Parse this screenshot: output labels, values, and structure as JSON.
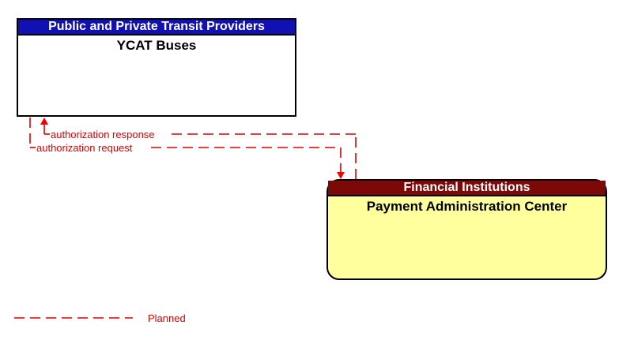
{
  "entities": [
    {
      "header": "Public and Private Transit Providers",
      "name": "YCAT Buses",
      "header_bg": "#1111b3",
      "header_fg": "#ffffff",
      "body_bg": "#ffffff",
      "body_fg": "#000000"
    },
    {
      "header": "Financial Institutions",
      "name": "Payment Administration Center",
      "header_bg": "#7c0808",
      "header_fg": "#ffffff",
      "body_bg": "#ffff9e",
      "body_fg": "#000000"
    }
  ],
  "flows": [
    {
      "label": "authorization response",
      "from": "Payment Administration Center",
      "to": "YCAT Buses",
      "status": "Planned",
      "line_style": "dashed"
    },
    {
      "label": "authorization request",
      "from": "YCAT Buses",
      "to": "Payment Administration Center",
      "status": "Planned",
      "line_style": "dashed"
    }
  ],
  "legend": {
    "label": "Planned",
    "line_style": "dashed"
  },
  "colors": {
    "line": "#dd0000",
    "arrow": "#f20000",
    "label_text": "#dd0000"
  }
}
